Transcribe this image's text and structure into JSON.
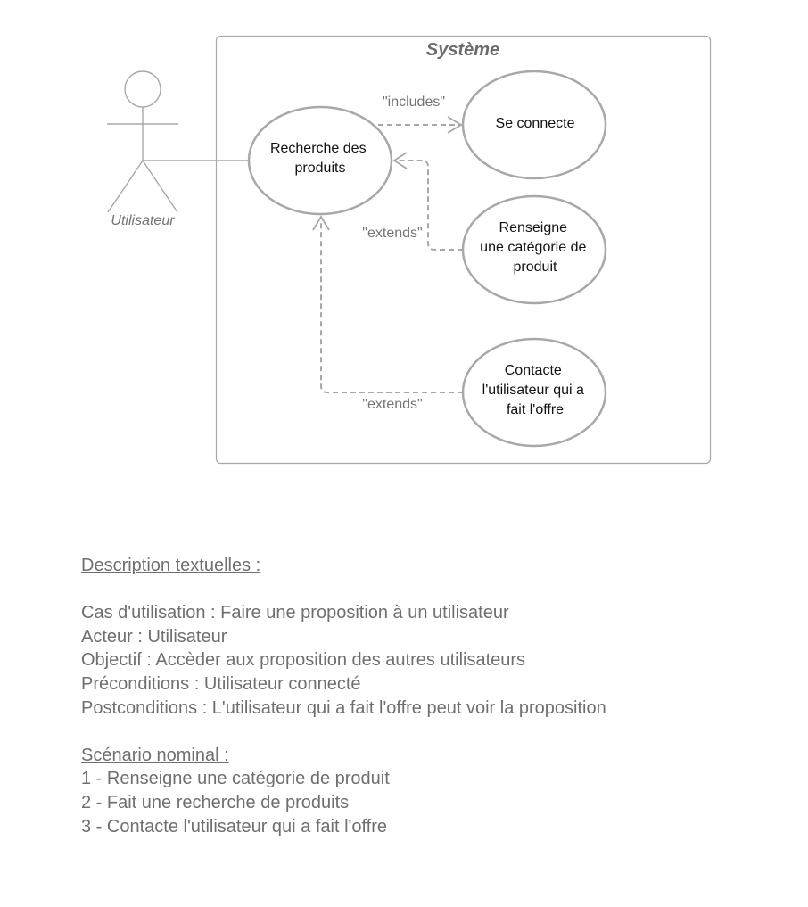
{
  "diagram": {
    "system_title": "Système",
    "actor": {
      "name": "Utilisateur"
    },
    "use_cases": {
      "search": [
        "Recherche des",
        "produits"
      ],
      "connect": [
        "Se connecte"
      ],
      "category": [
        "Renseigne",
        "une catégorie de",
        "produit"
      ],
      "contact": [
        "Contacte",
        "l'utilisateur qui a",
        "fait l'offre"
      ]
    },
    "relations": {
      "includes": "\"includes\"",
      "extends_category": "\"extends\"",
      "extends_contact": "\"extends\""
    },
    "colors": {
      "stroke": "#a8a8a8",
      "text": "#111111",
      "label": "#757575"
    }
  },
  "description": {
    "heading": "Description textuelles :",
    "lines": [
      "Cas d'utilisation : Faire une proposition à un utilisateur",
      "Acteur : Utilisateur",
      "Objectif : Accèder aux proposition des autres utilisateurs",
      "Préconditions : Utilisateur connecté",
      "Postconditions : L'utilisateur qui a fait l'offre peut voir la proposition"
    ],
    "scenario_heading": "Scénario nominal :",
    "scenario": [
      "1 - Renseigne une catégorie de produit",
      "2 - Fait une recherche de produits",
      "3 - Contacte l'utilisateur qui a fait l'offre"
    ]
  }
}
